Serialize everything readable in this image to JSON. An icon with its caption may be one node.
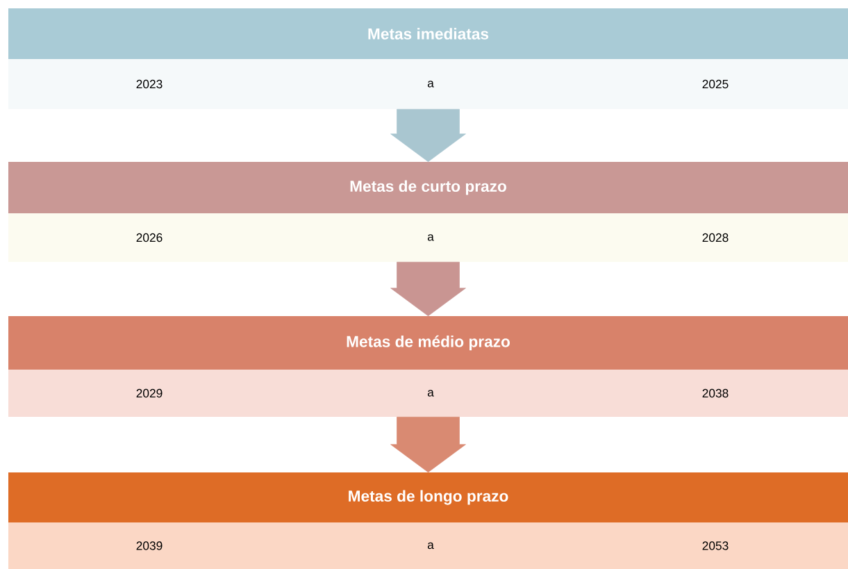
{
  "diagram": {
    "nodes": [
      {
        "text": [
          "Metas imediatas"
        ]
      },
      {
        "text": [
          "2023",
          "a",
          "2025"
        ]
      },
      {
        "text": [
          "Metas de curto prazo"
        ]
      },
      {
        "text": [
          "2026",
          "a",
          "2028"
        ]
      },
      {
        "text": [
          "Metas de médio prazo"
        ]
      },
      {
        "text": [
          "2029",
          "a",
          "2038"
        ]
      },
      {
        "text": [
          "Metas de longo prazo"
        ]
      },
      {
        "text": [
          "2039",
          "a",
          "2053"
        ]
      }
    ],
    "edges": [
      {
        "from": 1,
        "to": 2,
        "arrow": "to",
        "color": "#a9c6d0"
      },
      {
        "from": 3,
        "to": 4,
        "arrow": "to",
        "color": "#c99592"
      },
      {
        "from": 5,
        "to": 6,
        "arrow": "to",
        "color": "#d98a72"
      }
    ]
  }
}
